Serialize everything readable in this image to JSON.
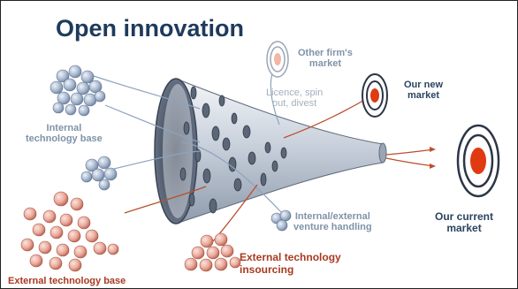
{
  "title": "Open innovation",
  "labels": {
    "other_firm_line1": "Other firm's",
    "other_firm_line2": "market",
    "our_new_line1": "Our new",
    "our_new_line2": "market",
    "licence_line1": "Licence, spin",
    "licence_line2": "out, divest",
    "internal_base_line1": "Internal",
    "internal_base_line2": "technology base",
    "our_current_line1": "Our current",
    "our_current_line2": "market",
    "venture_line1": "Internal/external",
    "venture_line2": "venture handling",
    "external_insourcing_line1": "External technology",
    "external_insourcing_line2": "insourcing",
    "external_base": "External technology base"
  },
  "colors": {
    "title": "#1f3a5c",
    "internal_spheres": "#a9b9cf",
    "external_spheres": "#e9a89a",
    "target_red": "#e03a12",
    "arrow_red": "#b9502f",
    "arrow_blue": "#8ea3bd"
  }
}
